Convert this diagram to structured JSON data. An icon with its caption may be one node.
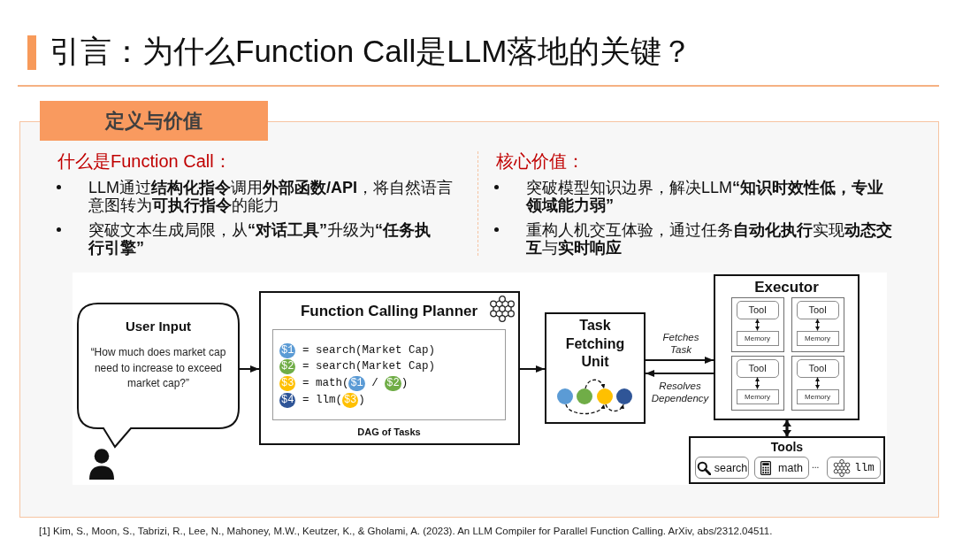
{
  "diagram": {
    "title": "引言：为什么Function Call是LLM落地的关键？",
    "nodes": [
      {
        "text": [
          "定义与价值",
          "什么是Function Call：",
          "LLM通过**结构化指令**调用**外部函数/API**，将自然语言意图转为**可执行指令**的能力",
          "突破文本生成局限，从**“对话工具”**升级为**“任务执行引擎”**",
          "核心价值：",
          "突破模型知识边界，解决LLM**“知识时效性低，专业领域能力弱”**",
          "重构人机交互体验，通过任务**自动化执行**实现**动态交互**与**实时响应**"
        ]
      },
      {
        "text": [
          "User Input",
          "“How much does market cap need to increase to exceed market cap?”"
        ],
        "in": 0
      },
      {
        "text": [],
        "shape": "person",
        "in": 0
      },
      {
        "text": [
          "Function Calling Planner",
          "DAG of Tasks"
        ],
        "in": 0
      },
      {
        "text": [
          "$1 = search(Market Cap)",
          "$2 = search(Market Cap)",
          "$3 = math($1 / $2)",
          "$4 = llm($3)"
        ],
        "in": 3
      },
      {
        "text": [
          "Task Fetching Unit"
        ],
        "in": 0
      },
      {
        "text": [],
        "shape": "circle",
        "in": 5
      },
      {
        "text": [],
        "shape": "circle",
        "in": 5
      },
      {
        "text": [],
        "shape": "circle",
        "in": 5
      },
      {
        "text": [],
        "shape": "circle",
        "in": 5
      },
      {
        "text": [
          "Executor"
        ],
        "in": 0
      },
      {
        "text": [],
        "shape": "box",
        "in": 10
      },
      {
        "text": [
          "Tool"
        ],
        "in": 11
      },
      {
        "text": [
          "Memory"
        ],
        "in": 11
      },
      {
        "text": [],
        "shape": "box",
        "in": 10
      },
      {
        "text": [
          "Tool"
        ],
        "in": 14
      },
      {
        "text": [
          "Memory"
        ],
        "in": 14
      },
      {
        "text": [],
        "shape": "box",
        "in": 10
      },
      {
        "text": [
          "Tool"
        ],
        "in": 17
      },
      {
        "text": [
          "Memory"
        ],
        "in": 17
      },
      {
        "text": [],
        "shape": "box",
        "in": 10
      },
      {
        "text": [
          "Tool"
        ],
        "in": 20
      },
      {
        "text": [
          "Memory"
        ],
        "in": 20
      },
      {
        "text": [
          "Tools",
          "..."
        ],
        "in": 0
      },
      {
        "text": [
          "search"
        ],
        "in": 23
      },
      {
        "text": [
          "math"
        ],
        "in": 23
      },
      {
        "text": [
          "llm"
        ],
        "in": 23
      }
    ],
    "edges": [
      {
        "from": 1,
        "to": 3,
        "arrow": "to"
      },
      {
        "from": 3,
        "to": 5,
        "arrow": "to"
      },
      {
        "from": 5,
        "to": 10,
        "arrow": "to",
        "label": "Fetches Task"
      },
      {
        "from": 10,
        "to": 5,
        "arrow": "to",
        "label": "Resolves Dependency"
      },
      {
        "from": 10,
        "to": 23,
        "arrow": "both",
        "style": "thick"
      },
      {
        "from": 12,
        "to": 13,
        "arrow": "both"
      },
      {
        "from": 15,
        "to": 16,
        "arrow": "both"
      },
      {
        "from": 18,
        "to": 19,
        "arrow": "both"
      },
      {
        "from": 21,
        "to": 22,
        "arrow": "both"
      },
      {
        "from": 6,
        "to": 8,
        "arrow": "to",
        "style": "dashed"
      },
      {
        "from": 7,
        "to": 8,
        "arrow": "to",
        "style": "dashed"
      },
      {
        "from": 8,
        "to": 9,
        "arrow": "to",
        "style": "dashed"
      }
    ],
    "labels": [
      "[1] Kim, S., Moon, S., Tabrizi, R., Lee, N., Mahoney, M.W., Keutzer, K., & Gholami, A. (2023). An LLM Compiler for Parallel Function Calling. ArXiv, abs/2312.04511."
    ]
  }
}
